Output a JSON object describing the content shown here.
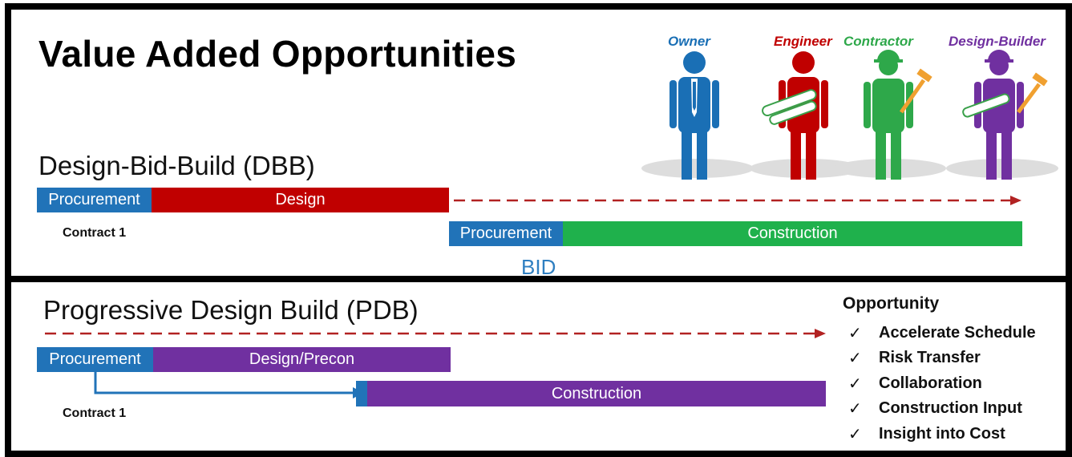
{
  "title": "Value Added Opportunities",
  "personas": [
    {
      "label": "Owner",
      "color": "#1a6fb5",
      "icon": "owner-figure-icon"
    },
    {
      "label": "Engineer",
      "color": "#c00000",
      "icon": "engineer-figure-icon"
    },
    {
      "label": "Contractor",
      "color": "#2ea84a",
      "icon": "contractor-figure-icon"
    },
    {
      "label": "Design-Builder",
      "color": "#7030a0",
      "icon": "design-builder-figure-icon"
    }
  ],
  "dbb": {
    "heading": "Design-Bid-Build (DBB)",
    "procurement1": "Procurement",
    "design": "Design",
    "contract": "Contract 1",
    "procurement2": "Procurement",
    "construction": "Construction",
    "bid": "BID"
  },
  "pdb": {
    "heading": "Progressive Design Build (PDB)",
    "procurement": "Procurement",
    "design_precon": "Design/Precon",
    "contract": "Contract 1",
    "construction": "Construction"
  },
  "opportunity": {
    "title": "Opportunity",
    "check_glyph": "✓",
    "items": [
      "Accelerate Schedule",
      "Risk Transfer",
      "Collaboration",
      "Construction Input",
      "Insight into Cost"
    ]
  },
  "colors": {
    "procurement": "#2173b8",
    "dbb_design": "#c00000",
    "dbb_construction": "#1fb14c",
    "pdb_bars": "#7030a0",
    "timeline_arrow": "#b22222"
  }
}
